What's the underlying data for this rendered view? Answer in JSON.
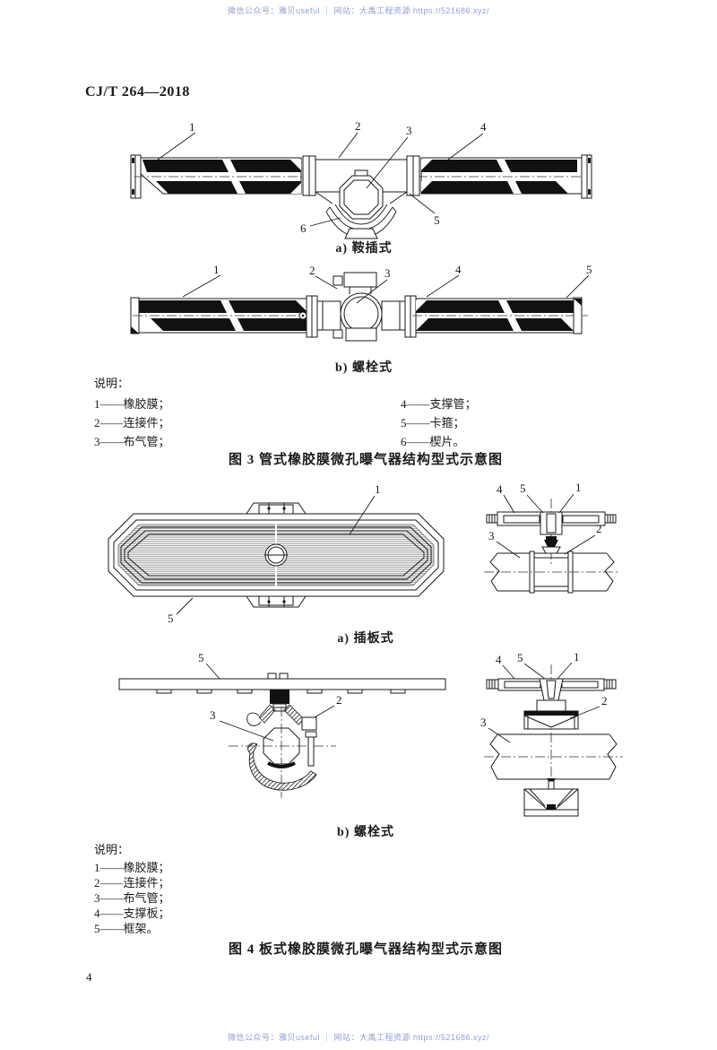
{
  "watermark": {
    "top": "微信公众号：雅贝useful ｜ 网站：大禹工程资源 https://521686.xyz/",
    "bottom": "微信公众号：雅贝useful ｜ 网站：大禹工程资源 https://521686.xyz/"
  },
  "doc_code": "CJ/T 264—2018",
  "page_number": "4",
  "fig3": {
    "label_a": "a)  鞍插式",
    "label_b": "b)  螺栓式",
    "caption": "图 3  管式橡胶膜微孔曝气器结构型式示意图",
    "legend_title": "说明：",
    "legend_left": [
      "1——橡胶膜；",
      "2——连接件；",
      "3——布气管；"
    ],
    "legend_right": [
      "4——支撑管；",
      "5——卡箍；",
      "6——楔片。"
    ],
    "a_callouts": [
      "1",
      "2",
      "3",
      "4",
      "5",
      "6"
    ],
    "b_callouts": [
      "1",
      "2",
      "3",
      "4",
      "5"
    ]
  },
  "fig4": {
    "label_a": "a)  插板式",
    "label_b": "b)  螺栓式",
    "caption": "图 4  板式橡胶膜微孔曝气器结构型式示意图",
    "legend_title": "说明：",
    "legend": [
      "1——橡胶膜；",
      "2——连接件；",
      "3——布气管；",
      "4——支撑板；",
      "5——框架。"
    ],
    "a_plan_callouts": [
      "1",
      "5"
    ],
    "a_side_callouts": [
      "4",
      "5",
      "1",
      "2",
      "3"
    ],
    "b_section_callouts": [
      "5",
      "2",
      "3"
    ],
    "b_side_callouts": [
      "4",
      "5",
      "1",
      "2",
      "3"
    ]
  }
}
